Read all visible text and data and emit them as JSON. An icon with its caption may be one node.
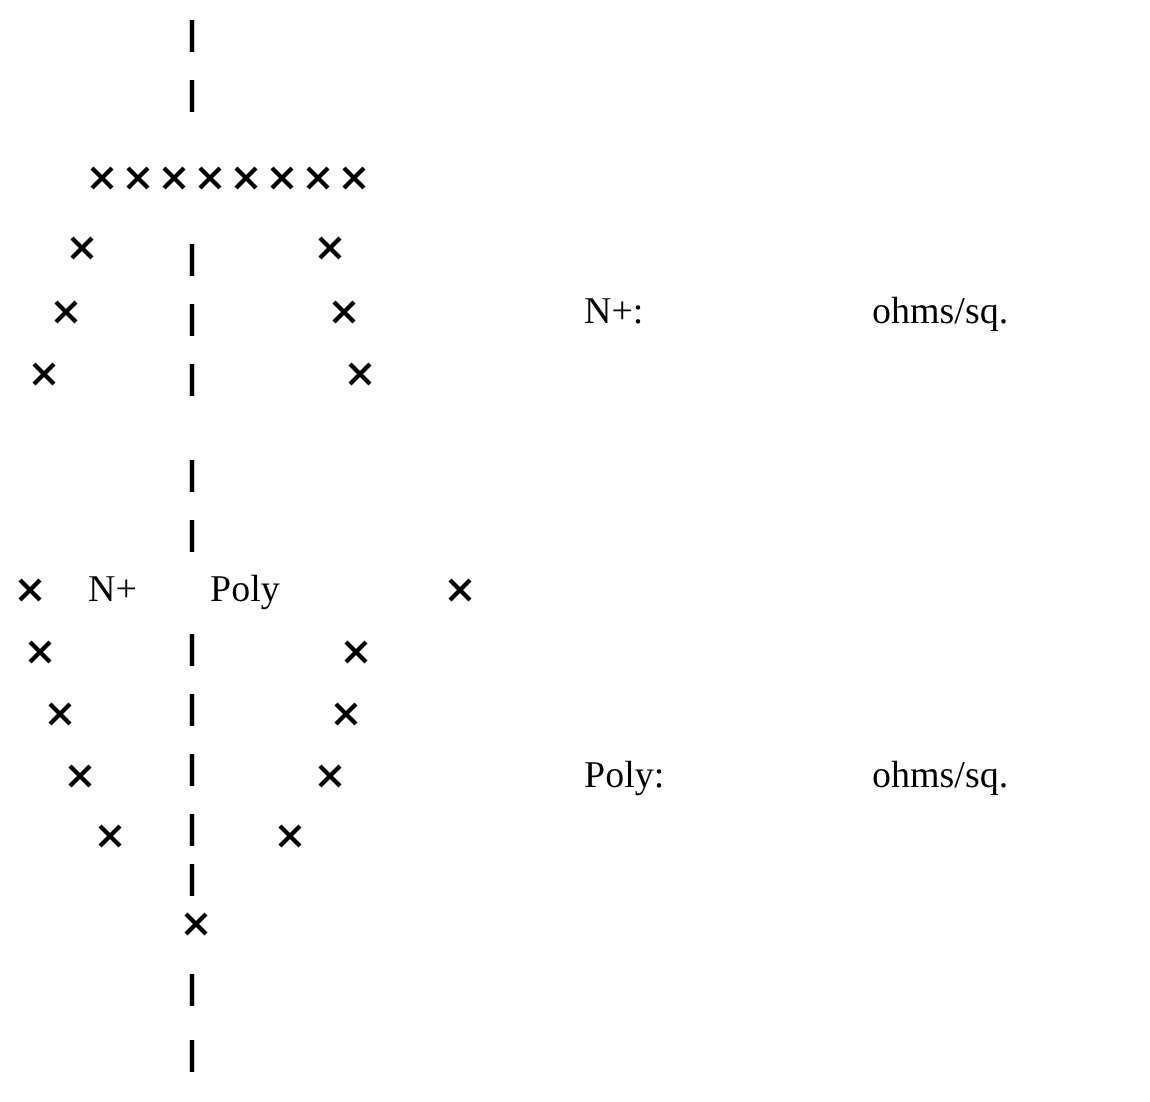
{
  "diagram": {
    "labels": [
      "N+",
      "Poly",
      "N+:",
      "ohms/sq.",
      "Poly:",
      "ohms/sq."
    ]
  }
}
